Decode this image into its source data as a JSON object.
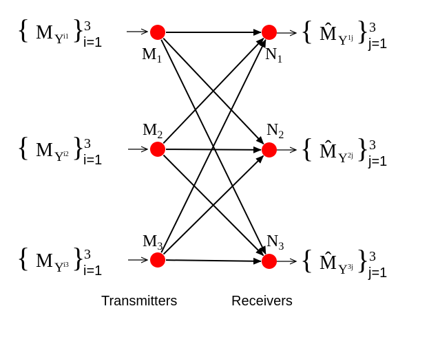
{
  "colors": {
    "node": "#ff0000",
    "arrow": "#000000",
    "caption": "#1faa3c"
  },
  "transmitters": [
    {
      "label": "M",
      "sub": "1",
      "input": {
        "base": "M",
        "sub": "Y",
        "sup": "i1",
        "upper": "3",
        "lower": "i=1"
      }
    },
    {
      "label": "M",
      "sub": "2",
      "input": {
        "base": "M",
        "sub": "Y",
        "sup": "i2",
        "upper": "3",
        "lower": "i=1"
      }
    },
    {
      "label": "M",
      "sub": "3",
      "input": {
        "base": "M",
        "sub": "Y",
        "sup": "i3",
        "upper": "3",
        "lower": "i=1"
      }
    }
  ],
  "receivers": [
    {
      "label": "N",
      "sub": "1",
      "output": {
        "base": "M̂",
        "sub": "Y",
        "sup": "1j",
        "upper": "3",
        "lower": "j=1"
      }
    },
    {
      "label": "N",
      "sub": "2",
      "output": {
        "base": "M̂",
        "sub": "Y",
        "sup": "2j",
        "upper": "3",
        "lower": "j=1"
      }
    },
    {
      "label": "N",
      "sub": "3",
      "output": {
        "base": "M̂",
        "sub": "Y",
        "sup": "3j",
        "upper": "3",
        "lower": "j=1"
      }
    }
  ],
  "captions": {
    "transmitters": "Transmitters",
    "receivers": "Receivers"
  }
}
